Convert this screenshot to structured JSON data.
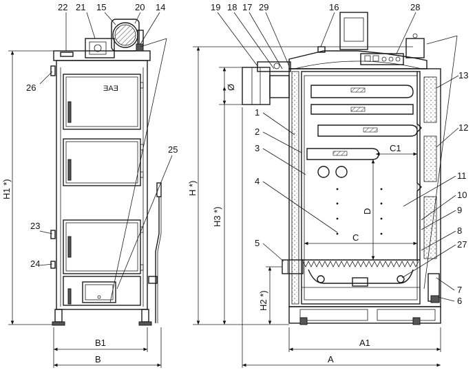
{
  "front_view": {
    "callouts": [
      "22",
      "21",
      "15",
      "20",
      "14",
      "26",
      "25",
      "23",
      "24"
    ],
    "dimensions": {
      "height_total": "H1 *)",
      "width_inner": "B1",
      "width_total": "B"
    },
    "logo_text": "ƎAƎ"
  },
  "side_view": {
    "callouts": [
      "19",
      "18",
      "17",
      "29",
      "16",
      "28",
      "13",
      "12",
      "1",
      "2",
      "3",
      "4",
      "11",
      "10",
      "9",
      "5",
      "8",
      "27",
      "7",
      "6"
    ],
    "dimensions": {
      "flue_diameter": "Ø",
      "height_total": "H *)",
      "height_flue": "H3 *)",
      "height_inlet": "H2 *)",
      "chamber_width": "C",
      "chamber_depth_partial": "C1",
      "chamber_height": "D",
      "depth_inner": "A1",
      "depth_total": "A"
    }
  }
}
